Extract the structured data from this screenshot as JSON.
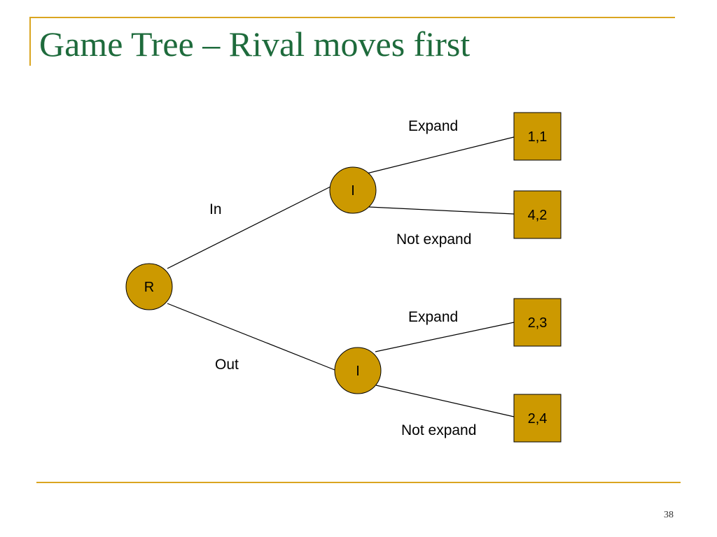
{
  "slide": {
    "title": "Game Tree – Rival moves first",
    "page_number": "38"
  },
  "colors": {
    "title": "#1E6B3C",
    "accent_rule": "#DAA520",
    "node_fill": "#CC9900",
    "stroke": "#000000"
  },
  "tree": {
    "nodes": {
      "root": "R",
      "in_decision": "I",
      "out_decision": "I"
    },
    "edges": {
      "root_in": "In",
      "root_out": "Out",
      "in_expand": "Expand",
      "in_not_expand": "Not expand",
      "out_expand": "Expand",
      "out_not_expand": "Not expand"
    },
    "payoffs": {
      "in_expand": "1,1",
      "in_not_expand": "4,2",
      "out_expand": "2,3",
      "out_not_expand": "2,4"
    }
  }
}
